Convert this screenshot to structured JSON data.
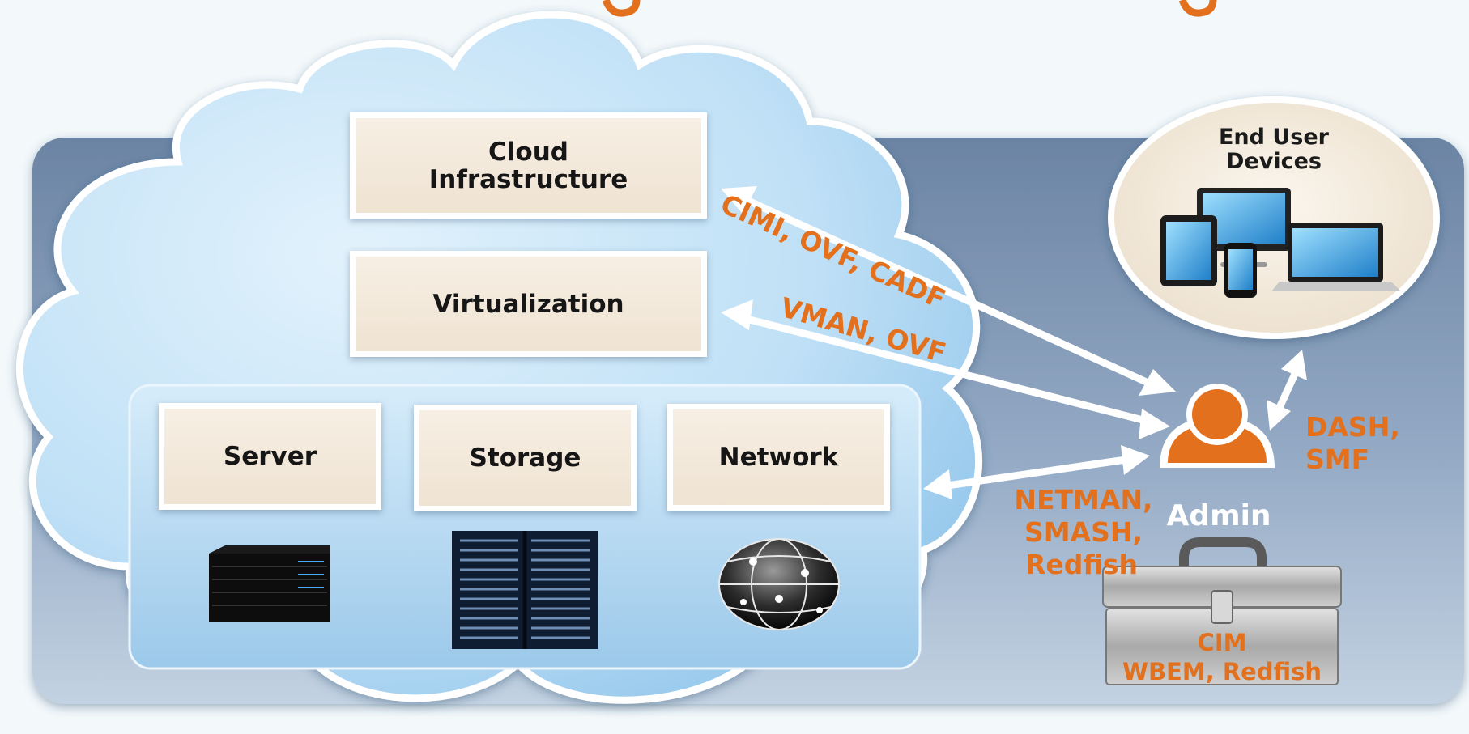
{
  "boxes": {
    "cloud_infrastructure": "Cloud\nInfrastructure",
    "virtualization": "Virtualization",
    "server": "Server",
    "storage": "Storage",
    "network": "Network"
  },
  "end_user_devices": "End User\nDevices",
  "admin": "Admin",
  "protocols": {
    "cloud_infra": "CIMI, OVF, CADF",
    "virtualization": "VMAN, OVF",
    "network_line1": "NETMAN,",
    "network_line2": "SMASH,",
    "network_line3": "Redfish",
    "devices_line1": "DASH,",
    "devices_line2": "SMF"
  },
  "toolbox": {
    "line1": "CIM",
    "line2": "WBEM, Redfish"
  },
  "colors": {
    "accent_orange": "#e2701d",
    "cloud_blue": "#bfe0f6",
    "panel_slate": "#7f96b4",
    "box_beige": "#f4ebdf"
  },
  "icons": [
    "server-icon",
    "storage-rack-icon",
    "network-globe-icon",
    "devices-icon",
    "admin-person-icon",
    "toolbox-icon"
  ]
}
